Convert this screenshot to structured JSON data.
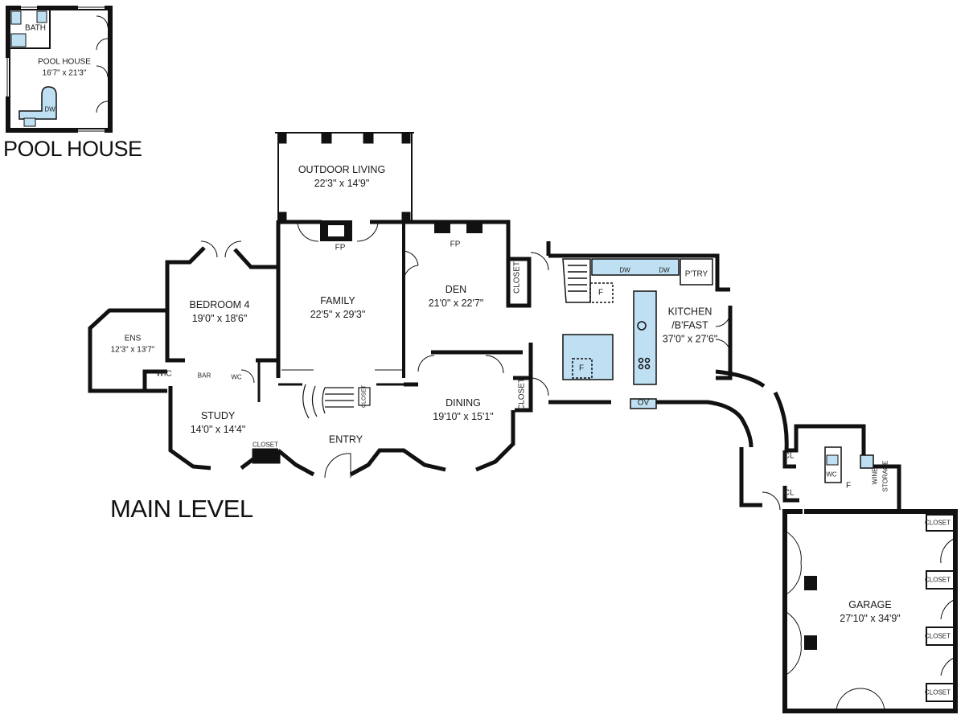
{
  "titles": {
    "pool_house": "POOL HOUSE",
    "main_level": "MAIN LEVEL"
  },
  "rooms": {
    "pool_house": {
      "name": "POOL HOUSE",
      "dims": "16'7\" x 21'3\""
    },
    "bath": {
      "name": "BATH"
    },
    "outdoor_living": {
      "name": "OUTDOOR LIVING",
      "dims": "22'3\" x 14'9\""
    },
    "bedroom4": {
      "name": "BEDROOM 4",
      "dims": "19'0\" x 18'6\""
    },
    "ens": {
      "name": "ENS",
      "dims": "12'3\" x 13'7\""
    },
    "family": {
      "name": "FAMILY",
      "dims": "22'5\" x 29'3\""
    },
    "den": {
      "name": "DEN",
      "dims": "21'0\" x 22'7\""
    },
    "kitchen": {
      "name": "KITCHEN",
      "name2": "/B'FAST",
      "dims": "37'0\" x 27'6\""
    },
    "study": {
      "name": "STUDY",
      "dims": "14'0\" x 14'4\""
    },
    "entry": {
      "name": "ENTRY"
    },
    "dining": {
      "name": "DINING",
      "dims": "19'10\" x 15'1\""
    },
    "garage": {
      "name": "GARAGE",
      "dims": "27'10\" x 34'9\""
    }
  },
  "tags": {
    "dw": "DW",
    "fp": "FP",
    "closet": "CLOSET",
    "wic": "WIC",
    "bar": "BAR",
    "wc": "WC",
    "f": "F",
    "ov": "OV",
    "ptry": "P'TRY",
    "cl": "CL",
    "wine": "WINE",
    "storage": "STORAGE"
  },
  "colors": {
    "wall": "#111111",
    "fixture_fill": "#bfe0f2",
    "line": "#333333"
  }
}
